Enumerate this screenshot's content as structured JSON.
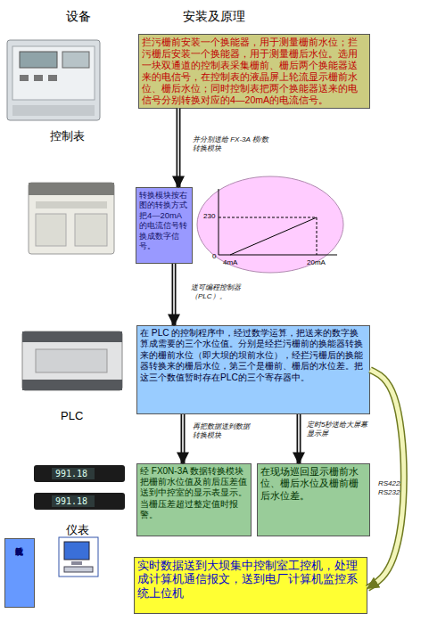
{
  "diagram": {
    "nodes": [
      {
        "text": [
          "拦污栅前安装一个换能器，用于测量栅前水位；拦污栅后安装一个换能器，用于测量栅后水位。选用一块双通道的控制表采集栅前、栅后两个换能器送来的电信号，在控制表的液晶屏上轮流显示栅前水位、栅后水位；同时控制表把两个换能器送来的电信号分别转换对应的4—20mA的电流信号。"
        ]
      },
      {
        "text": [
          "转换模块按右图的转换方式把4—20mA 的电流信号转换成数字信号。"
        ]
      },
      {
        "text": [
          "在 PLC 的控制程序中，经过数学运算，把送来的数字换算成需要的三个水位值。分别是经拦污栅前的换能器转换来的栅前水位（即大坝的坝前水位），经拦污栅后的换能器转换来的栅后水位，第三个是栅前、栅后的水位差。把这三个数值暂时存在PLC的三个寄存器中。"
        ]
      },
      {
        "text": [
          "经 FX0N-3A 数据转换模块把栅前水位值及前后压差值送到中控室的显示表显示。当栅压差超过整定值时报警。"
        ]
      },
      {
        "text": [
          "在现场巡回显示栅前水位、栅后水位及栅前栅后水位差。"
        ]
      },
      {
        "text": [
          "计算机监控系统"
        ]
      },
      {
        "text": [
          "实时数据送到大坝集中控制室工控机，处理成计算机通信报文，送到电厂计算机监控系统上位机"
        ]
      }
    ],
    "edges": [
      {
        "from": 0,
        "to": 1,
        "label": "并分别送给 FX-3A 模/数转换模块",
        "arrow": "to"
      },
      {
        "from": 1,
        "to": 2,
        "label": "送可编程控制器（PLC）。",
        "arrow": "to"
      },
      {
        "from": 2,
        "to": 3,
        "label": "再把数据送到数据转换模块",
        "arrow": "to"
      },
      {
        "from": 2,
        "to": 4,
        "label": "定时5秒送给大屏幕显示屏",
        "arrow": "to"
      },
      {
        "from": 2,
        "to": 6,
        "label": "RS422/ RS232",
        "arrow": "to"
      }
    ],
    "labels": [
      "设备",
      "安装及原理",
      "控制表",
      "230",
      "0",
      "4mA",
      "20mA",
      "PLC",
      "991.18",
      "991.18",
      "仪表"
    ]
  }
}
